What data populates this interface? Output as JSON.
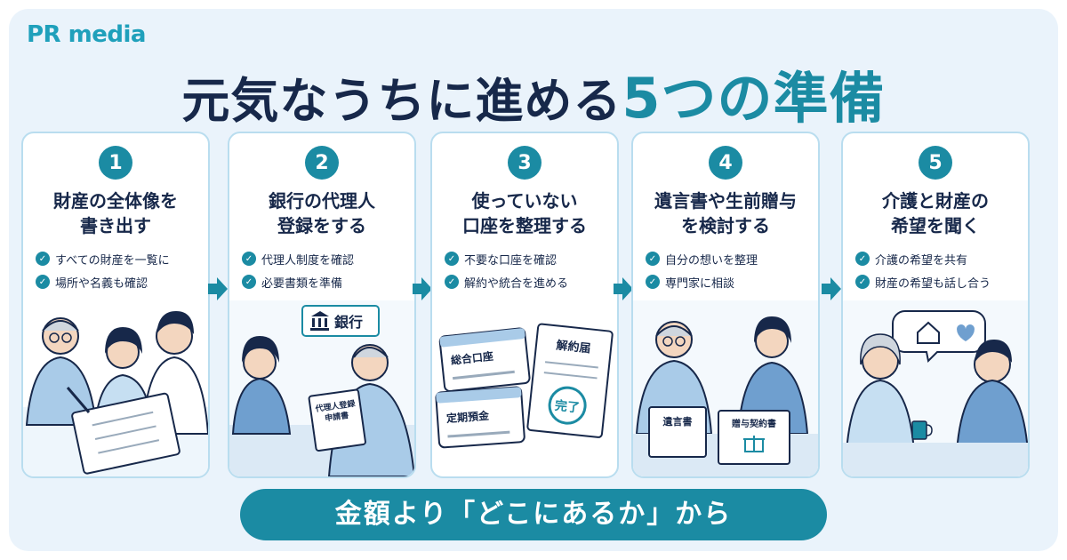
{
  "brand": {
    "logo": "PR media"
  },
  "title": {
    "main": "元気なうちに進める",
    "accent": "5つの準備"
  },
  "cards": [
    {
      "number": "1",
      "title_l1": "財産の全体像を",
      "title_l2": "書き出す",
      "checks": [
        "すべての財産を一覧に",
        "場所や名義も確認"
      ]
    },
    {
      "number": "2",
      "title_l1": "銀行の代理人",
      "title_l2": "登録をする",
      "checks": [
        "代理人制度を確認",
        "必要書類を準備"
      ],
      "labels": {
        "bank": "銀行",
        "form_l1": "代理人登録",
        "form_l2": "申請書"
      }
    },
    {
      "number": "3",
      "title_l1": "使っていない",
      "title_l2": "口座を整理する",
      "checks": [
        "不要な口座を確認",
        "解約や統合を進める"
      ],
      "labels": {
        "card_a": "総合口座",
        "card_b": "定期預金",
        "doc": "解約届",
        "stamp": "完了"
      }
    },
    {
      "number": "4",
      "title_l1": "遺言書や生前贈与",
      "title_l2": "を検討する",
      "checks": [
        "自分の想いを整理",
        "専門家に相談"
      ],
      "labels": {
        "will": "遺言書",
        "gift": "贈与契約書"
      }
    },
    {
      "number": "5",
      "title_l1": "介護と財産の",
      "title_l2": "希望を聞く",
      "checks": [
        "介護の希望を共有",
        "財産の希望も話し合う"
      ]
    }
  ],
  "banner": "金額より「どこにあるか」から",
  "colors": {
    "accent": "#1b8ba3",
    "navy": "#17284a",
    "frame": "#eaf3fb",
    "border": "#b9ddef"
  }
}
